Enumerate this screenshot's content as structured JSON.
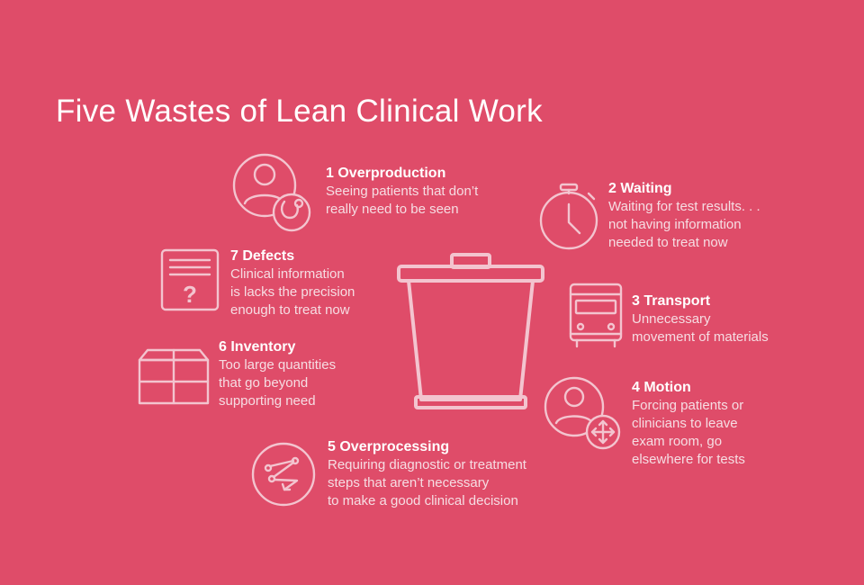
{
  "title": "Five Wastes of Lean Clinical Work",
  "colors": {
    "background": "#df4c69",
    "text": "#ffffff",
    "icon": "#f3c4cf"
  },
  "center_icon": "trash-can-icon",
  "wastes": [
    {
      "id": "overproduction",
      "heading": "1 Overproduction",
      "lines": [
        "Seeing patients that don’t",
        "really need to be seen"
      ],
      "icon": "patient-stethoscope-icon"
    },
    {
      "id": "waiting",
      "heading": "2 Waiting",
      "lines": [
        "Waiting for test results. . .",
        "not having information",
        "needed to treat now"
      ],
      "icon": "stopwatch-icon"
    },
    {
      "id": "transport",
      "heading": "3 Transport",
      "lines": [
        "Unnecessary",
        "movement of materials"
      ],
      "icon": "bus-icon"
    },
    {
      "id": "motion",
      "heading": "4 Motion",
      "lines": [
        "Forcing patients or",
        "clinicians to leave",
        "exam room, go",
        "elsewhere for tests"
      ],
      "icon": "person-move-icon"
    },
    {
      "id": "overprocessing",
      "heading": "5 Overprocessing",
      "lines": [
        "Requiring diagnostic or treatment",
        "steps that aren’t necessary",
        "to make a good clinical decision"
      ],
      "icon": "zigzag-arrow-icon"
    },
    {
      "id": "inventory",
      "heading": "6 Inventory",
      "lines": [
        "Too large quantities",
        "that go beyond",
        "supporting need"
      ],
      "icon": "boxes-icon"
    },
    {
      "id": "defects",
      "heading": "7 Defects",
      "lines": [
        "Clinical information",
        "is lacks the precision",
        "enough to treat now"
      ],
      "icon": "document-question-icon"
    }
  ]
}
